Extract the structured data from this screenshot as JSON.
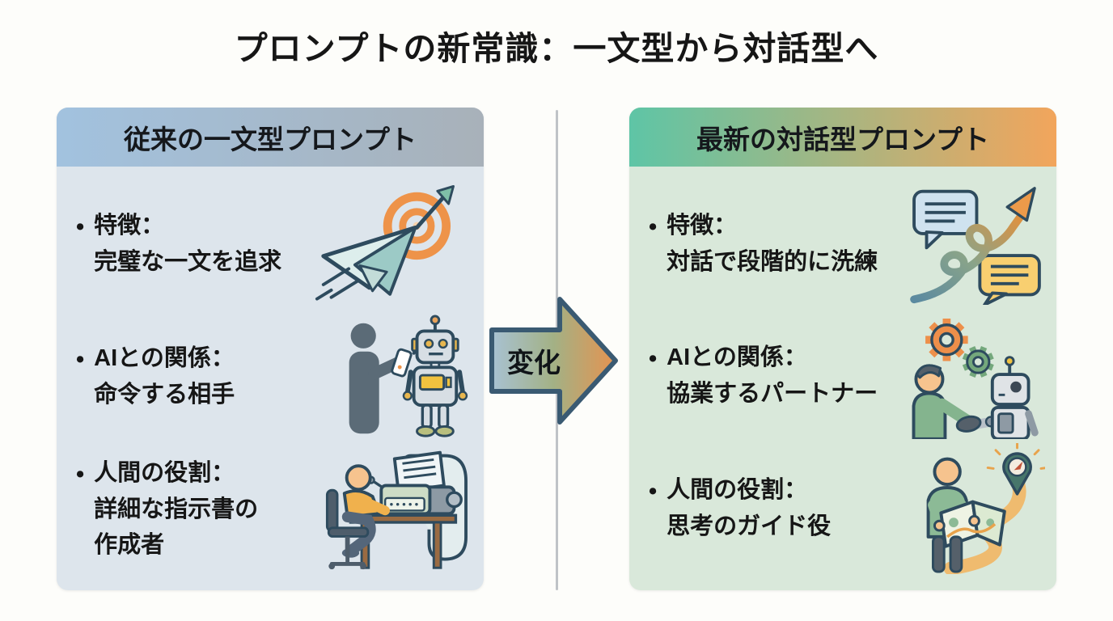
{
  "title": "プロンプトの新常識：一文型から対話型へ",
  "bullet": "•",
  "transition_arrow": {
    "label": "変化"
  },
  "left_panel": {
    "header": "従来の一文型プロンプト",
    "items": [
      {
        "label": "特徴：",
        "detail": "完璧な一文を追求",
        "icon": "paper-plane-target-icon"
      },
      {
        "label": "AIとの関係：",
        "detail": "命令する相手",
        "icon": "person-commanding-robot-icon"
      },
      {
        "label": "人間の役割：",
        "detail": "詳細な指示書の\n作成者",
        "icon": "person-typewriter-scroll-icon"
      }
    ]
  },
  "right_panel": {
    "header": "最新の対話型プロンプト",
    "items": [
      {
        "label": "特徴：",
        "detail": "対話で段階的に洗練",
        "icon": "chat-bubbles-growth-arrow-icon"
      },
      {
        "label": "AIとの関係：",
        "detail": "協業するパートナー",
        "icon": "human-robot-handshake-icon"
      },
      {
        "label": "人間の役割：",
        "detail": "思考のガイド役",
        "icon": "person-map-guide-icon"
      }
    ]
  },
  "colors": {
    "page_background": "#fdfdfa",
    "left_panel_background": "#dde5ec",
    "left_header_gradient": [
      "#a2c2df",
      "#a8b1b9"
    ],
    "right_panel_background": "#d9e8da",
    "right_header_gradient": [
      "#5ec5a6",
      "#f2a55c"
    ],
    "arrow_gradient": [
      "#a8c2d3",
      "#e59350"
    ],
    "arrow_border": "#3a5a72",
    "divider": "#bfc3c7",
    "text": "#161616",
    "accent_orange": "#ee9349",
    "accent_teal": "#7fbfa8"
  }
}
